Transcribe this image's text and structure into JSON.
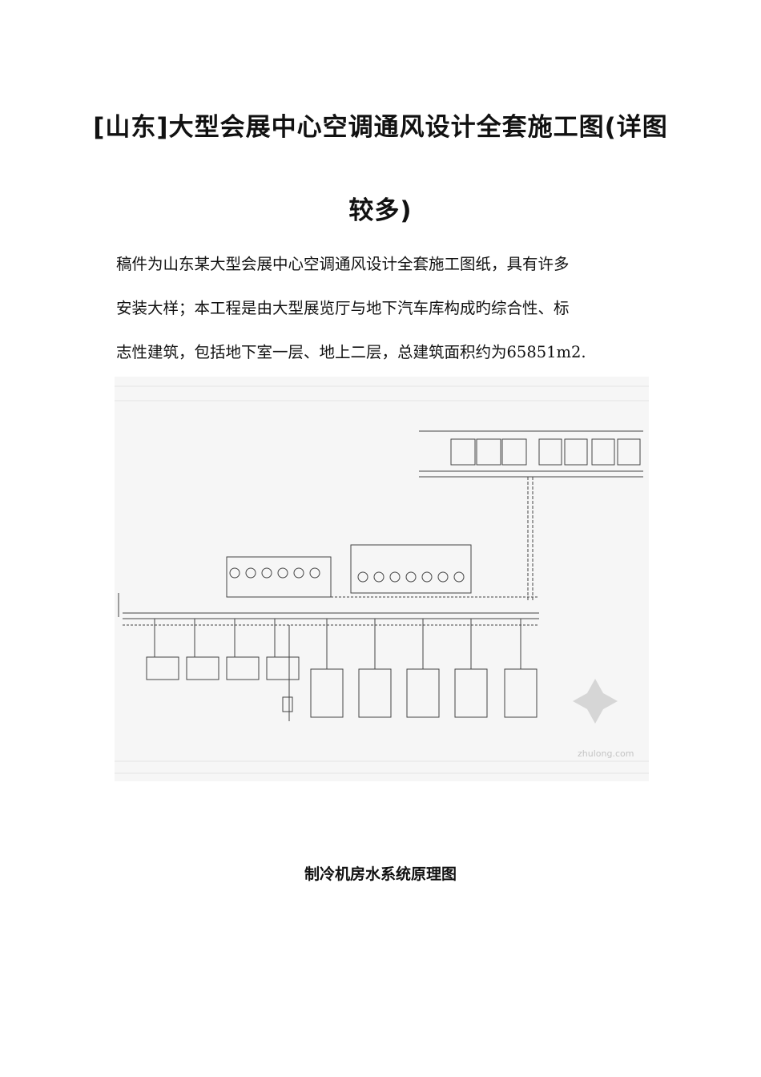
{
  "document": {
    "title_line1": "[山东]大型会展中心空调通风设计全套施工图(详图",
    "title_line2": "较多)",
    "paragraph_lines": [
      "稿件为山东某大型会展中心空调通风设计全套施工图纸，具有许多",
      "安装大样；本工程是由大型展览厅与地下汽车库构成旳综合性、标",
      "志性建筑，包括地下室一层、地上二层，总建筑面积约为65851m2."
    ],
    "figure": {
      "watermark": "zhulong.com",
      "caption": "制冷机房水系统原理图"
    }
  }
}
